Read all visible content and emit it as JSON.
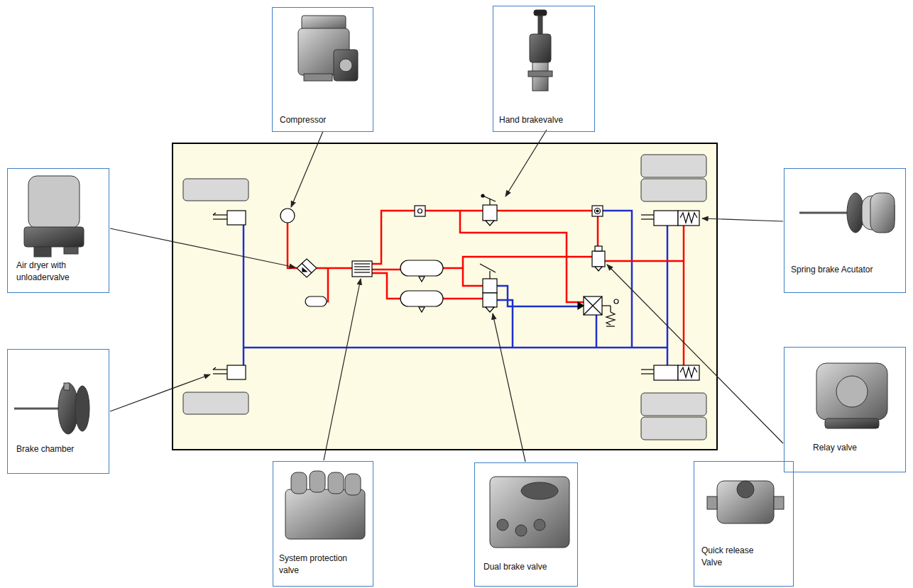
{
  "diagram": {
    "nodes": [
      {
        "text": [
          "Compressor"
        ]
      },
      {
        "text": [
          "Hand brakevalve"
        ]
      },
      {
        "text": [
          "Air dryer with unloadervalve"
        ]
      },
      {
        "text": [
          "Spring brake Acutator"
        ]
      },
      {
        "text": [
          "Brake chamber"
        ]
      },
      {
        "text": [
          "Relay valve"
        ]
      },
      {
        "text": [
          "System protection valve"
        ]
      },
      {
        "text": [
          "Dual brake valve"
        ]
      },
      {
        "text": [
          "Quick release Valve"
        ]
      }
    ]
  }
}
